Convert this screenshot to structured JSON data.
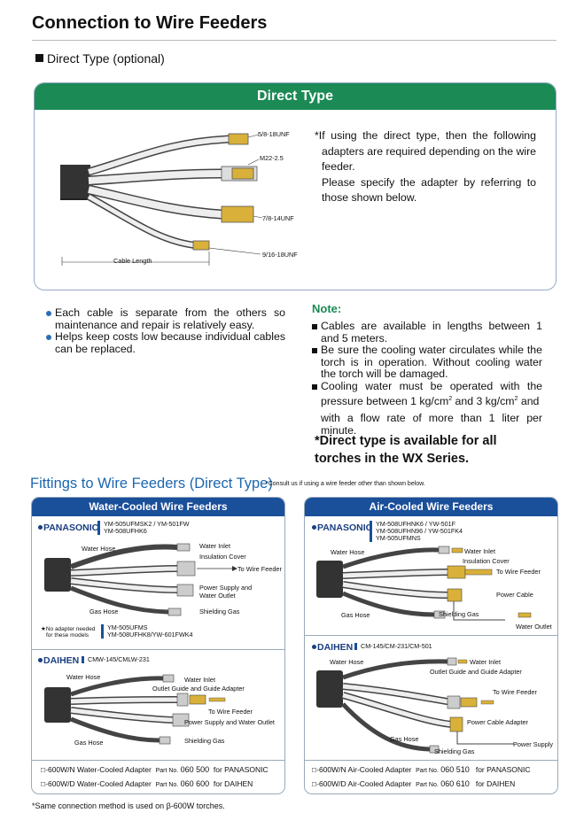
{
  "page": {
    "title": "Connection to Wire Feeders",
    "subtitle": "Direct Type (optional)"
  },
  "direct_panel": {
    "header": "Direct Type",
    "labels": {
      "thread_1": "5/8-18UNF",
      "thread_2": "M22-2.5",
      "thread_3": "7/8-14UNF",
      "thread_4": "9/16-18UNF",
      "cable_length": "Cable Length"
    },
    "note_line_1": "*If using the direct type, then the following adapters are required depending on the wire feeder.",
    "note_line_2": "Please specify the adapter by referring to those shown below."
  },
  "features": [
    "Each cable is separate from the others so maintenance and repair is relatively easy.",
    "Helps keep costs low because individual cables can be replaced."
  ],
  "note": {
    "heading": "Note:",
    "item_1": "Cables are available in lengths between 1 and 5 meters.",
    "item_2": "Be sure the cooling water circulates while the torch is in operation. Without cooling water the torch will be damaged.",
    "item_3_a": "Cooling water must be operated with the pressure between 1 kg/cm",
    "item_3_b": " and 3 kg/cm",
    "item_3_c": " and",
    "item_3_d": "with a flow rate of more than 1 liter per minute.",
    "sup": "2"
  },
  "wx_note": "*Direct type is available for all torches in the WX Series.",
  "fittings": {
    "title": "Fittings to Wire Feeders (Direct Type)",
    "consult_note": "*Consult us if using a wire feeder other than shown below.",
    "water": {
      "header": "Water-Cooled Wire Feeders",
      "panasonic": {
        "brand": "PANASONIC",
        "models_1": "YM-505UFMSK2 / YM-501FW",
        "models_2": "YM-508UFHK6",
        "labels": {
          "water_hose": "Water Hose",
          "water_inlet": "Water Inlet",
          "insulation_cover": "Insulation Cover",
          "to_wire_feeder": "To Wire Feeder",
          "power_water_1": "Power Supply and",
          "power_water_2": "Water Outlet",
          "gas_hose": "Gas Hose",
          "shielding_gas": "Shielding Gas"
        },
        "no_adapter_1": "★No adapter needed",
        "no_adapter_2": "for these models",
        "no_adapter_models_1": "YM-505UFMS",
        "no_adapter_models_2": "YM-508UFHK8/YW-601FWK4"
      },
      "daihen": {
        "brand": "DAIHEN",
        "models": "CMW-145/CMLW-231",
        "labels": {
          "water_hose": "Water Hose",
          "water_inlet": "Water Inlet",
          "outlet_guide": "Outlet Guide and Guide Adapter",
          "to_wire_feeder": "To Wire Feeder",
          "power_water": "Power Supply and Water Outlet",
          "gas_hose": "Gas Hose",
          "shielding_gas": "Shielding Gas"
        }
      },
      "adapters": [
        {
          "name": "□-600W/N Water-Cooled Adapter",
          "pn_label": "Part No.",
          "pn": "060 500",
          "for": "for PANASONIC"
        },
        {
          "name": "□-600W/D Water-Cooled Adapter",
          "pn_label": "Part No.",
          "pn": "060 600",
          "for": "for DAIHEN"
        }
      ]
    },
    "air": {
      "header": "Air-Cooled Wire Feeders",
      "panasonic": {
        "brand": "PANASONIC",
        "models_1": "YM-508UFHNK6 / YW-501F",
        "models_2": "YM-508UFHN96 / YW-501FK4",
        "models_3": "YM-505UFMNS",
        "labels": {
          "water_hose": "Water Hose",
          "water_inlet": "Water Inlet",
          "insulation_cover": "Insulation Cover",
          "to_wire_feeder": "To Wire Feeder",
          "power_cable": "Power Cable",
          "gas_hose": "Gas Hose",
          "shielding_gas": "Shielding Gas",
          "water_outlet": "Water Outlet"
        }
      },
      "daihen": {
        "brand": "DAIHEN",
        "models": "CM-145/CM-231/CM-501",
        "labels": {
          "water_hose": "Water Hose",
          "water_inlet": "Water Inlet",
          "outlet_guide": "Outlet Guide and Guide Adapter",
          "to_wire_feeder": "To Wire Feeder",
          "power_cable_adapter": "Power Cable Adapter",
          "power_supply": "Power Supply",
          "gas_hose": "Gas Hose",
          "shielding_gas": "Shielding Gas"
        }
      },
      "adapters": [
        {
          "name": "□-600W/N Air-Cooled Adapter",
          "pn_label": "Part No.",
          "pn": "060 510",
          "for": "for PANASONIC"
        },
        {
          "name": "□-600W/D Air-Cooled Adapter",
          "pn_label": "Part No.",
          "pn": "060 610",
          "for": "for DAIHEN"
        }
      ]
    }
  },
  "footer": "*Same connection method is used on β-600W torches.",
  "colors": {
    "green": "#1c8a55",
    "blue_header": "#1a4f9a",
    "title_blue": "#1c66b0",
    "brass": "#d9b13a"
  }
}
